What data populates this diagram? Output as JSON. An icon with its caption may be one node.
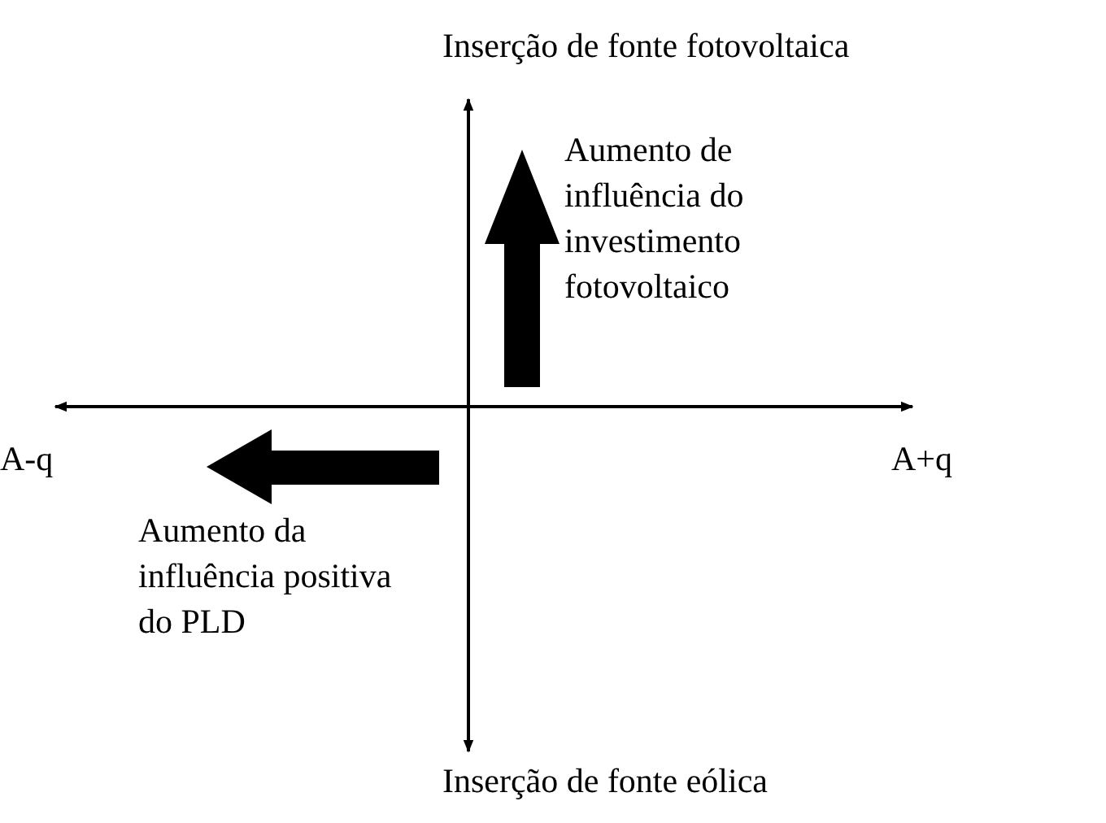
{
  "diagram": {
    "labels": [
      "Inserção de fonte fotovoltaica",
      "Aumento de influência do investimento fotovoltaico",
      "A-q",
      "A+q",
      "Aumento da influência positiva do PLD",
      "Inserção de fonte eólica"
    ]
  }
}
